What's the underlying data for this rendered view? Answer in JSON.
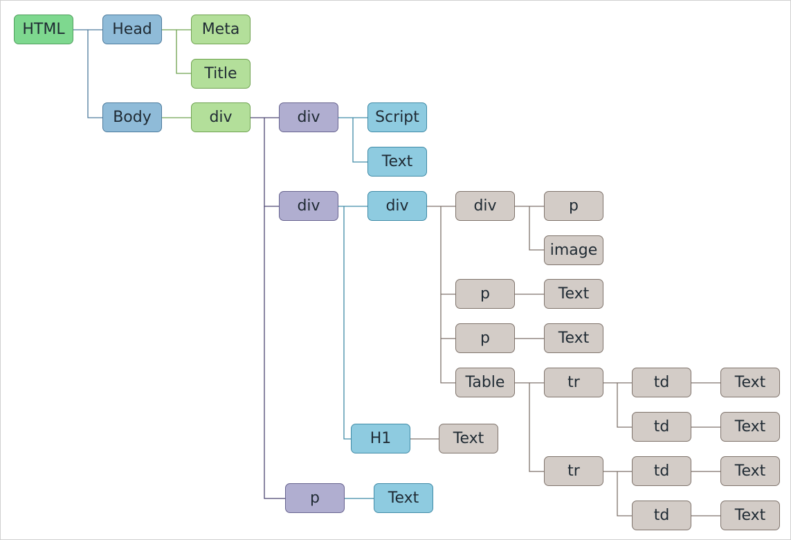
{
  "diagram": {
    "colors": {
      "root": "#7ed88f",
      "head_body": "#8fbbd8",
      "light_green": "#b3df9a",
      "purple": "#b0aed0",
      "cyan": "#8ecbe0",
      "gray": "#d3ccc7"
    },
    "nodes": {
      "html": "HTML",
      "head": "Head",
      "meta": "Meta",
      "title": "Title",
      "body": "Body",
      "div1": "div",
      "div2": "div",
      "script": "Script",
      "text1": "Text",
      "div3": "div",
      "div4": "div",
      "div5": "div",
      "p1": "p",
      "image": "image",
      "p2": "p",
      "text2": "Text",
      "p3": "p",
      "text3": "Text",
      "table": "Table",
      "tr1": "tr",
      "td1": "td",
      "text4": "Text",
      "td2": "td",
      "text5": "Text",
      "h1": "H1",
      "text6": "Text",
      "tr2": "tr",
      "td3": "td",
      "text7": "Text",
      "td4": "td",
      "text8": "Text",
      "p4": "p",
      "text9": "Text"
    },
    "edges": [
      [
        "html",
        "head"
      ],
      [
        "html",
        "body"
      ],
      [
        "head",
        "meta"
      ],
      [
        "head",
        "title"
      ],
      [
        "body",
        "div1"
      ],
      [
        "div1",
        "div2"
      ],
      [
        "div1",
        "div3"
      ],
      [
        "div1",
        "p4"
      ],
      [
        "div2",
        "script"
      ],
      [
        "div2",
        "text1"
      ],
      [
        "div3",
        "div4"
      ],
      [
        "div3",
        "h1"
      ],
      [
        "div4",
        "div5"
      ],
      [
        "div4",
        "p2"
      ],
      [
        "div4",
        "p3"
      ],
      [
        "div4",
        "table"
      ],
      [
        "div5",
        "p1"
      ],
      [
        "div5",
        "image"
      ],
      [
        "p2",
        "text2"
      ],
      [
        "p3",
        "text3"
      ],
      [
        "table",
        "tr1"
      ],
      [
        "table",
        "tr2"
      ],
      [
        "tr1",
        "td1"
      ],
      [
        "tr1",
        "td2"
      ],
      [
        "tr2",
        "td3"
      ],
      [
        "tr2",
        "td4"
      ],
      [
        "td1",
        "text4"
      ],
      [
        "td2",
        "text5"
      ],
      [
        "td3",
        "text7"
      ],
      [
        "td4",
        "text8"
      ],
      [
        "h1",
        "text6"
      ],
      [
        "p4",
        "text9"
      ]
    ]
  }
}
